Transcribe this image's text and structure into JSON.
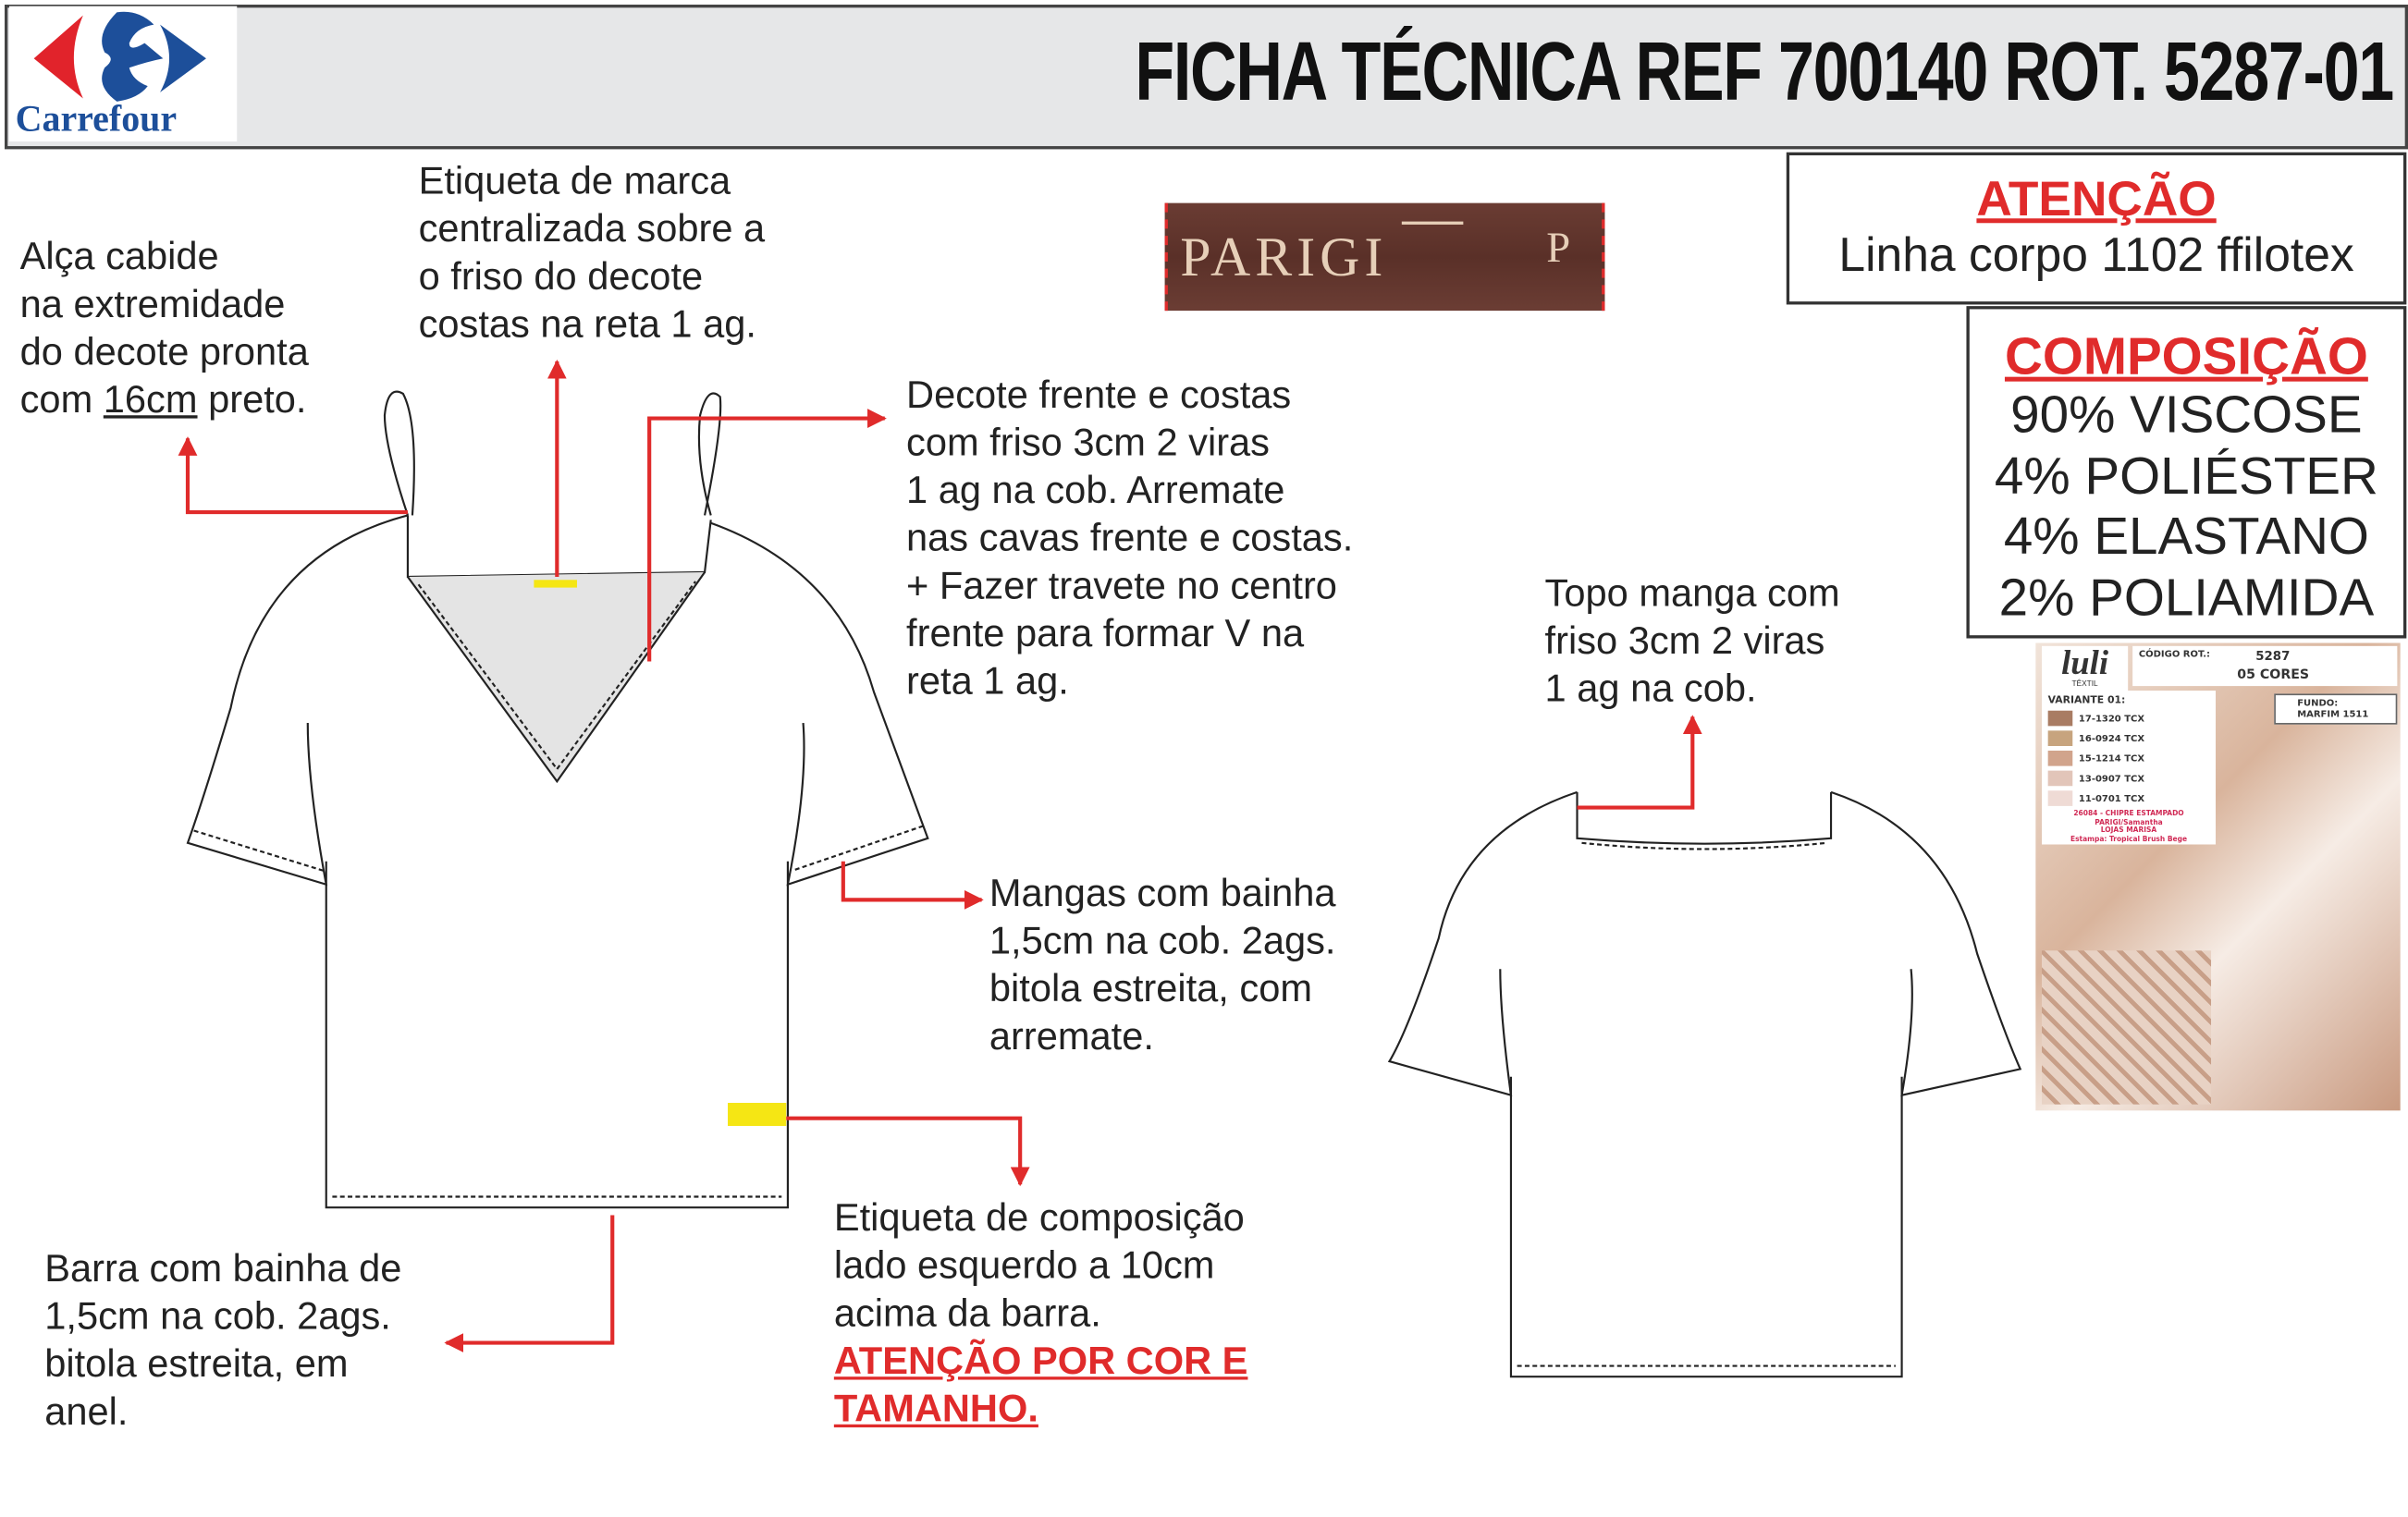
{
  "header": {
    "brand": "Carrefour",
    "title": "FICHA TÉCNICA REF 700140 ROT. 5287-01"
  },
  "notes": {
    "alca": [
      "Alça cabide",
      "na extremidade",
      "do decote pronta"
    ],
    "alca_last_pre": "com ",
    "alca_last_u": "16cm",
    "alca_last_post": " preto.",
    "etiqueta_marca": [
      "Etiqueta de marca",
      "centralizada sobre a",
      "o friso do decote",
      "costas na reta 1 ag."
    ],
    "decote": [
      "Decote frente e costas",
      "com friso 3cm 2 viras",
      "1 ag na cob. Arremate",
      "nas cavas frente e costas.",
      "+ Fazer travete no centro",
      "frente para formar V na",
      "reta 1 ag."
    ],
    "mangas": [
      "Mangas com bainha",
      "1,5cm na cob. 2ags.",
      "bitola estreita, com",
      "arremate."
    ],
    "etiqueta_comp": [
      "Etiqueta de composição",
      "lado esquerdo a 10cm",
      "acima da barra."
    ],
    "etiqueta_comp_warning": [
      "ATENÇÃO POR COR E",
      "TAMANHO."
    ],
    "barra": [
      "Barra com bainha de",
      "1,5cm na cob. 2ags.",
      "bitola estreita, em",
      "anel."
    ],
    "topo_manga": [
      "Topo manga com",
      "friso 3cm 2 viras",
      "1 ag na cob."
    ]
  },
  "attention": {
    "heading": "ATENÇÃO",
    "text": "Linha corpo 1102 ffilotex"
  },
  "composition": {
    "heading": "COMPOSIÇÃO",
    "items": [
      "90% VISCOSE",
      "4% POLIÉSTER",
      "4% ELASTANO",
      "2% POLIAMIDA"
    ]
  },
  "brand_label": {
    "left": "PARIGI",
    "size": "P"
  },
  "swatch_card": {
    "brand": "luli",
    "brand_sub": "TÊXTIL",
    "code_label": "CÓDIGO ROT.:",
    "code": "5287",
    "colors_count": "05 CORES",
    "variant": "VARIANTE 01:",
    "fundo_label": "FUNDO:",
    "fundo": "MARFIM 1511",
    "swatches": [
      {
        "code": "17-1320 TCX",
        "color": "#a97c63"
      },
      {
        "code": "16-0924 TCX",
        "color": "#c7a47e"
      },
      {
        "code": "15-1214 TCX",
        "color": "#d1a48c"
      },
      {
        "code": "13-0907 TCX",
        "color": "#e2c5b9"
      },
      {
        "code": "11-0701 TCX",
        "color": "#efdbd5"
      }
    ],
    "info": [
      "26084 - CHIPRE ESTAMPADO",
      "PARIGI/Samantha",
      "LOJAS MARISA",
      "Estampa: Tropical Brush Bege"
    ]
  },
  "colors": {
    "accent": "#e02b2b",
    "highlight": "#f5e614"
  }
}
